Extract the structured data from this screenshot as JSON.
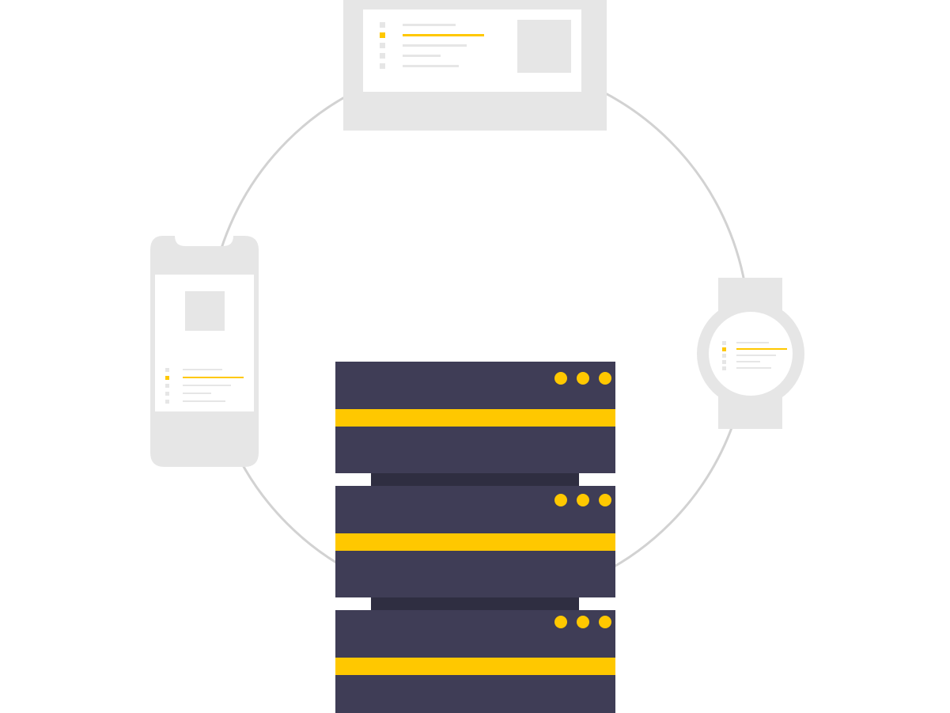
{
  "colors": {
    "background": "#ffffff",
    "ring": "#d2d2d2",
    "device_frame": "#e6e6e6",
    "screen": "#ffffff",
    "accent": "#ffc800",
    "server_body": "#3f3d56",
    "server_gap": "#2f2e41"
  },
  "illustration": {
    "devices": [
      "monitor",
      "smartphone",
      "smartwatch"
    ],
    "server_units": 3,
    "indicator_leds_per_unit": 3
  }
}
